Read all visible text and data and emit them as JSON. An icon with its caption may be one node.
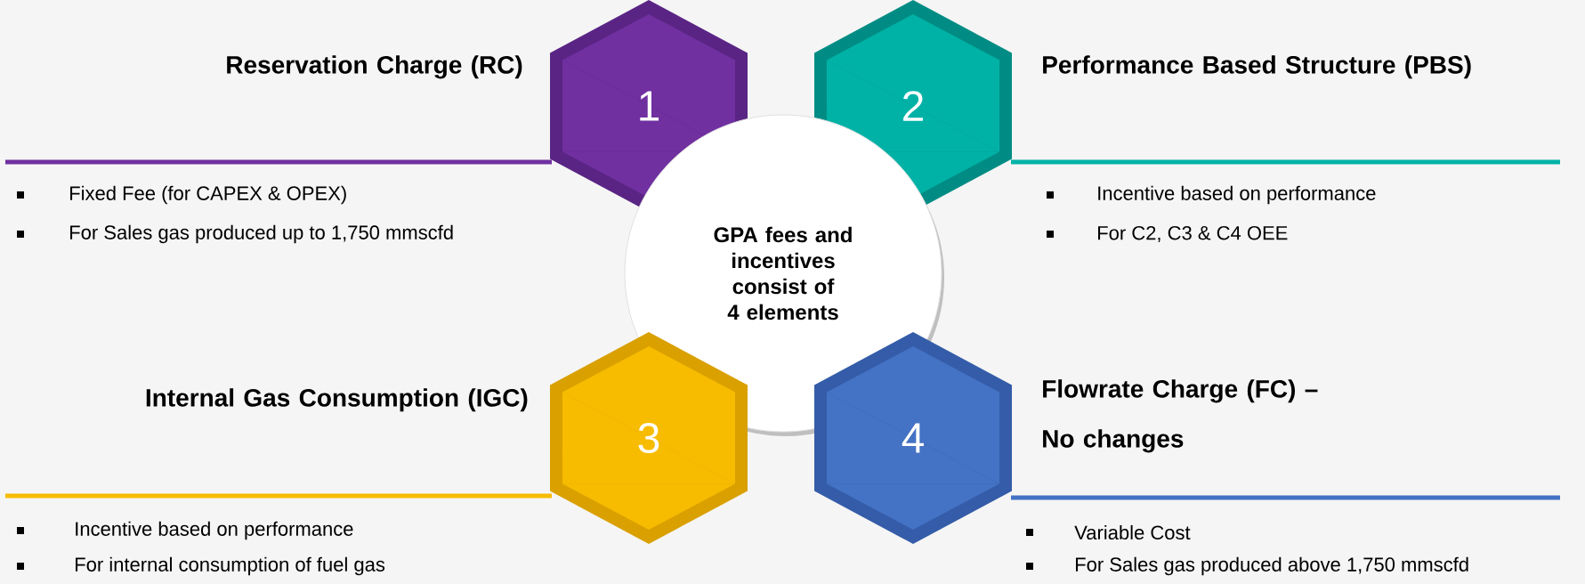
{
  "diagram": {
    "nodes": [
      {
        "text": [
          "1"
        ],
        "beside": [
          "Reservation Charge (RC)"
        ]
      },
      {
        "text": [
          "2"
        ],
        "beside": [
          "Performance Based Structure (PBS)"
        ]
      },
      {
        "text": [
          "GPA fees and incentives consist of 4 elements"
        ]
      },
      {
        "text": [
          "3"
        ],
        "beside": [
          "Internal Gas Consumption (IGC)"
        ]
      },
      {
        "text": [
          "4"
        ],
        "beside": [
          "Flowrate Charge (FC) – No changes"
        ]
      }
    ],
    "edges": [],
    "labels": [
      "Fixed Fee (for CAPEX & OPEX)",
      "Incentive based on performance",
      "For Sales gas produced up to 1,750 mmscfd",
      "For C2, C3 & C4 OEE",
      "Incentive based on performance",
      "Variable Cost",
      "For internal consumption of fuel gas",
      "For Sales gas produced above 1,750 mmscfd"
    ]
  }
}
